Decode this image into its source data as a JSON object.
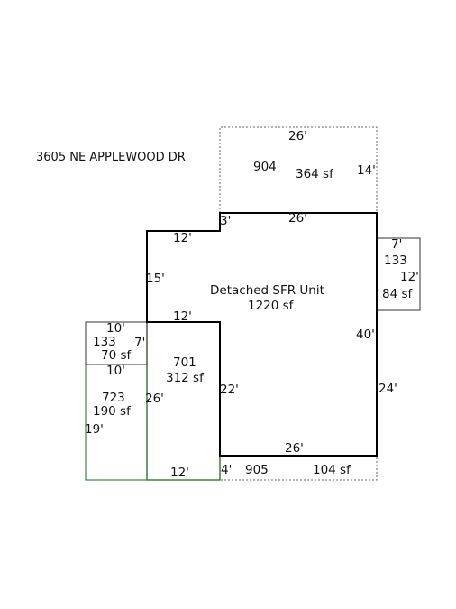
{
  "address": "3605 NE APPLEWOOD DR",
  "colors": {
    "main_outline": "#000000",
    "garage_outline": "#1e6b1e",
    "deck_outline": "#666666",
    "light_outline": "#333333"
  },
  "areas": {
    "main": {
      "name": "Detached SFR Unit",
      "area": "1220 sf",
      "dims": {
        "top_left": "12'",
        "notch": "3'",
        "top_right": "26'",
        "left": "15'",
        "inner": "12'",
        "right_upper": "40'",
        "right_lower": "24'",
        "bottom": "26'",
        "inner_left": "22'"
      }
    },
    "area904": {
      "code": "904",
      "area": "364 sf",
      "dims": {
        "top": "26'",
        "right": "14'"
      }
    },
    "area133_right": {
      "code": "133",
      "area": "84 sf",
      "dims": {
        "top": "7'",
        "right": "12'"
      }
    },
    "area133_left": {
      "code": "133",
      "area": "70 sf",
      "dims": {
        "top": "10'",
        "right": "7'",
        "bottom": "10'"
      }
    },
    "area701": {
      "code": "701",
      "area": "312 sf",
      "dims": {
        "right": "26'",
        "bottom": "12'"
      }
    },
    "area723": {
      "code": "723",
      "area": "190 sf",
      "dims": {
        "left": "19'"
      }
    },
    "area905": {
      "code": "905",
      "area": "104 sf",
      "dims": {
        "left": "4'"
      }
    }
  }
}
